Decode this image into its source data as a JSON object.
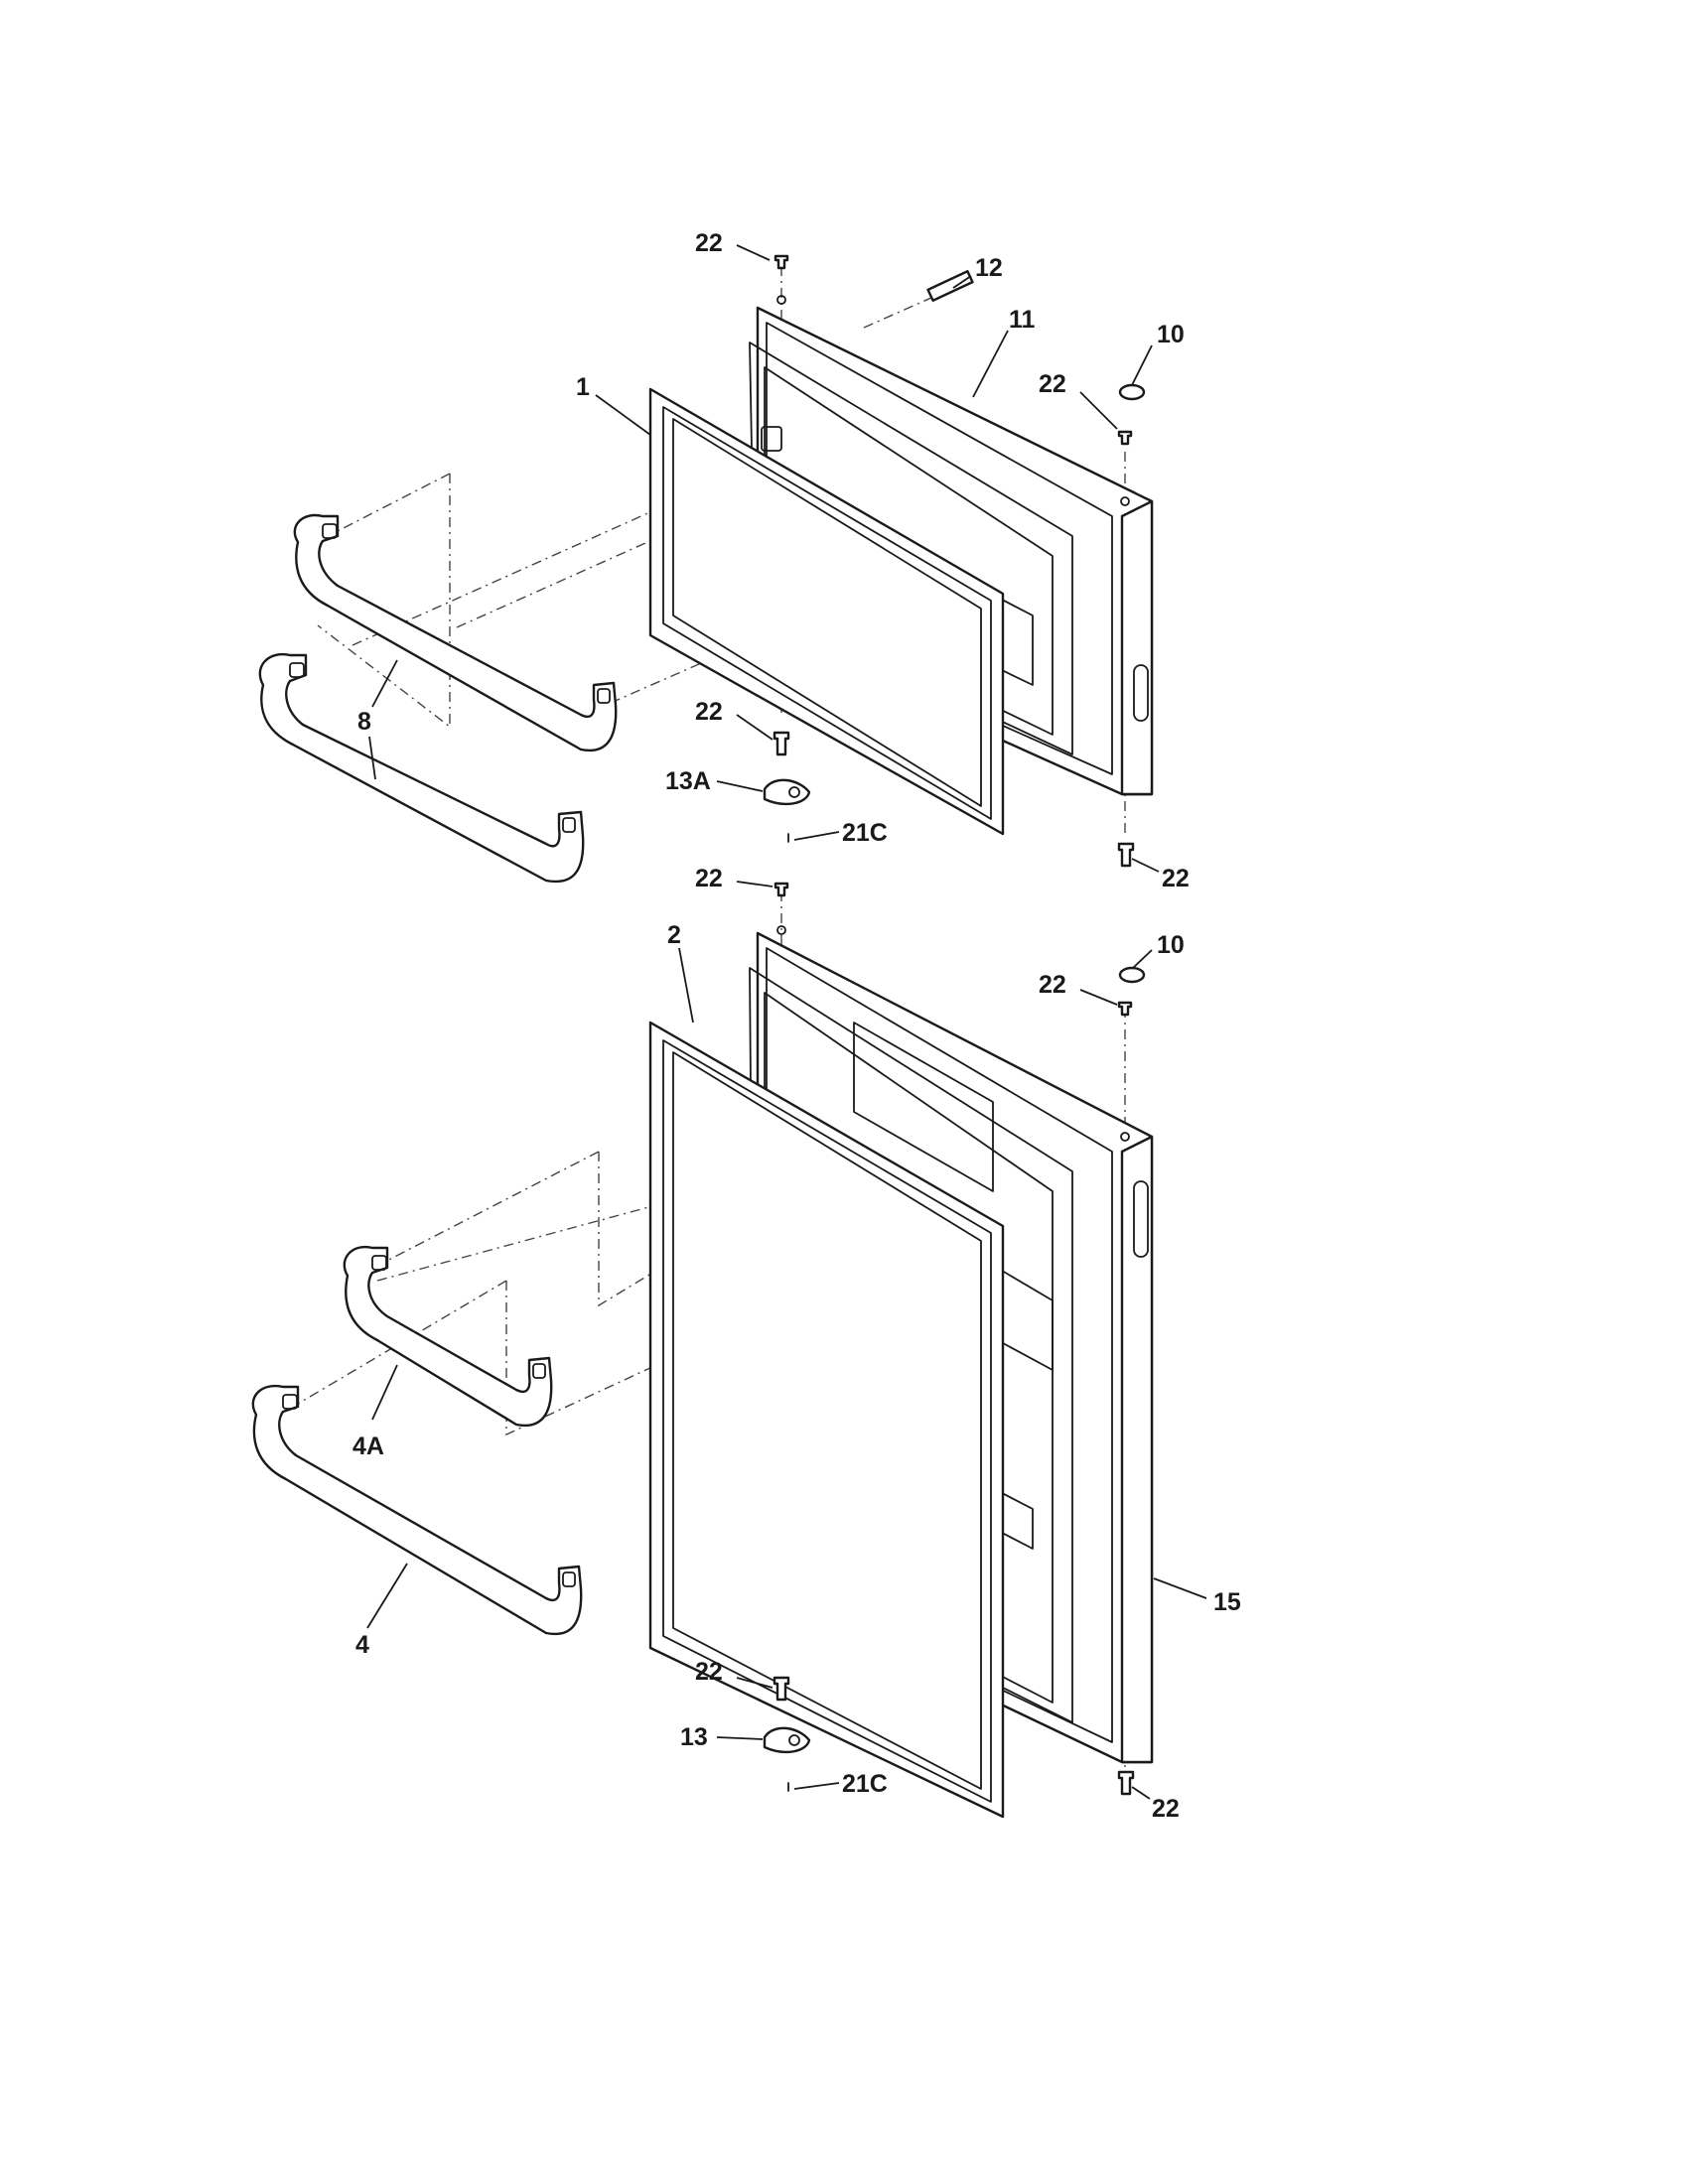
{
  "diagram": {
    "callouts": {
      "c22_a": "22",
      "c12": "12",
      "c11": "11",
      "c10_a": "10",
      "c22_b": "22",
      "c1": "1",
      "c8": "8",
      "c22_c": "22",
      "c13a": "13A",
      "c21c_a": "21C",
      "c22_d": "22",
      "c22_e": "22",
      "c2": "2",
      "c10_b": "10",
      "c22_f": "22",
      "c4a": "4A",
      "c4": "4",
      "c15": "15",
      "c22_g": "22",
      "c13": "13",
      "c21c_b": "21C",
      "c22_h": "22"
    }
  }
}
